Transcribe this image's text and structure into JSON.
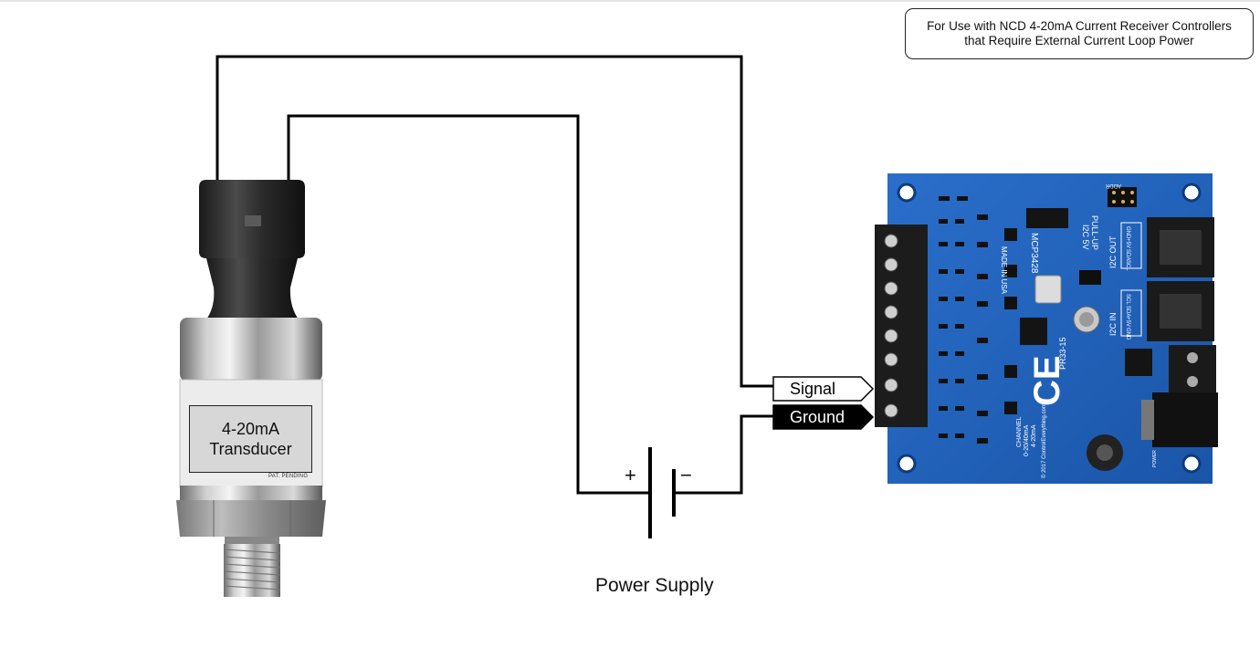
{
  "note": {
    "line1": "For Use with NCD 4-20mA Current Receiver Controllers",
    "line2": "that Require External Current Loop Power"
  },
  "transducer": {
    "label_line1": "4-20mA",
    "label_line2": "Transducer",
    "pat_text": "PAT. PENDING"
  },
  "power_supply": {
    "label": "Power Supply",
    "plus": "+",
    "minus": "−"
  },
  "terminals": {
    "signal": "Signal",
    "ground": "Ground"
  },
  "board": {
    "part": "MCP3428",
    "pullup": "PULL-UP",
    "i2c5v": "I2C 5V",
    "made": "MADE IN USA",
    "model": "PR33-15",
    "i2c_out": "I2C OUT",
    "i2c_in": "I2C IN",
    "pins_out": [
      "GND",
      "+5V",
      "SDA",
      "SCL"
    ],
    "pins_in": [
      "SCL",
      "SDA",
      "+5V",
      "GND"
    ],
    "channel": "CHANNEL",
    "range": "0-20/40mA",
    "range2": "4-20mA",
    "copyright": "© 2017 ControlEverything.com",
    "addr": "ADDR",
    "power": "POWER"
  },
  "colors": {
    "board_blue": "#1f5fb8",
    "wire": "#000000"
  }
}
